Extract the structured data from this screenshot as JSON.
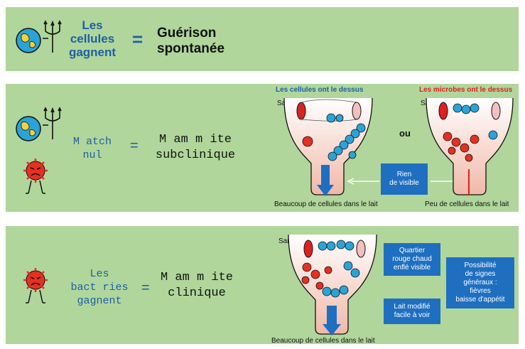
{
  "row1": {
    "title": "Les cellules gagnent",
    "title_lines": [
      "Les",
      "cellules",
      "gagnent"
    ],
    "equals": "=",
    "result_lines": [
      "Guérison",
      "spontanée"
    ]
  },
  "row2": {
    "label_lines": [
      "M atch",
      "nul"
    ],
    "equals": "=",
    "result_lines": [
      "M am m ite",
      "subclinique"
    ],
    "left_header": "Les cellules ont le dessus",
    "right_header": "Les microbes ont le dessus",
    "sang_left": "Sang",
    "sang_right": "Sang",
    "ou": "ou",
    "box_lines": [
      "Rien",
      "de visible"
    ],
    "caption_left": "Beaucoup de cellules dans le lait",
    "caption_right": "Peu de cellules dans le lait"
  },
  "row3": {
    "label_lines": [
      "Les",
      "bact ries",
      "gagnent"
    ],
    "equals": "=",
    "result_lines": [
      "M am m ite",
      "clinique"
    ],
    "sang": "Sang",
    "box1_lines": [
      "Quartier",
      "rouge chaud",
      "enflé visible"
    ],
    "box2_lines": [
      "Lait modifié",
      "facile à voir"
    ],
    "box3_lines": [
      "Possibilité",
      "de signes",
      "généraux :",
      "fièvres",
      "baisse d'appétit"
    ],
    "caption": "Beaucoup de cellules dans le lait"
  },
  "colors": {
    "panel_bg": "#b0d69b",
    "blue": "#1f5fa8",
    "box_blue": "#1f6fc0",
    "red": "#e02020",
    "udder": "#f3d0c8"
  },
  "icons": [
    "cell-globe-icon",
    "trident-icon",
    "microbe-face-icon",
    "udder-icon",
    "arrow-icon"
  ]
}
